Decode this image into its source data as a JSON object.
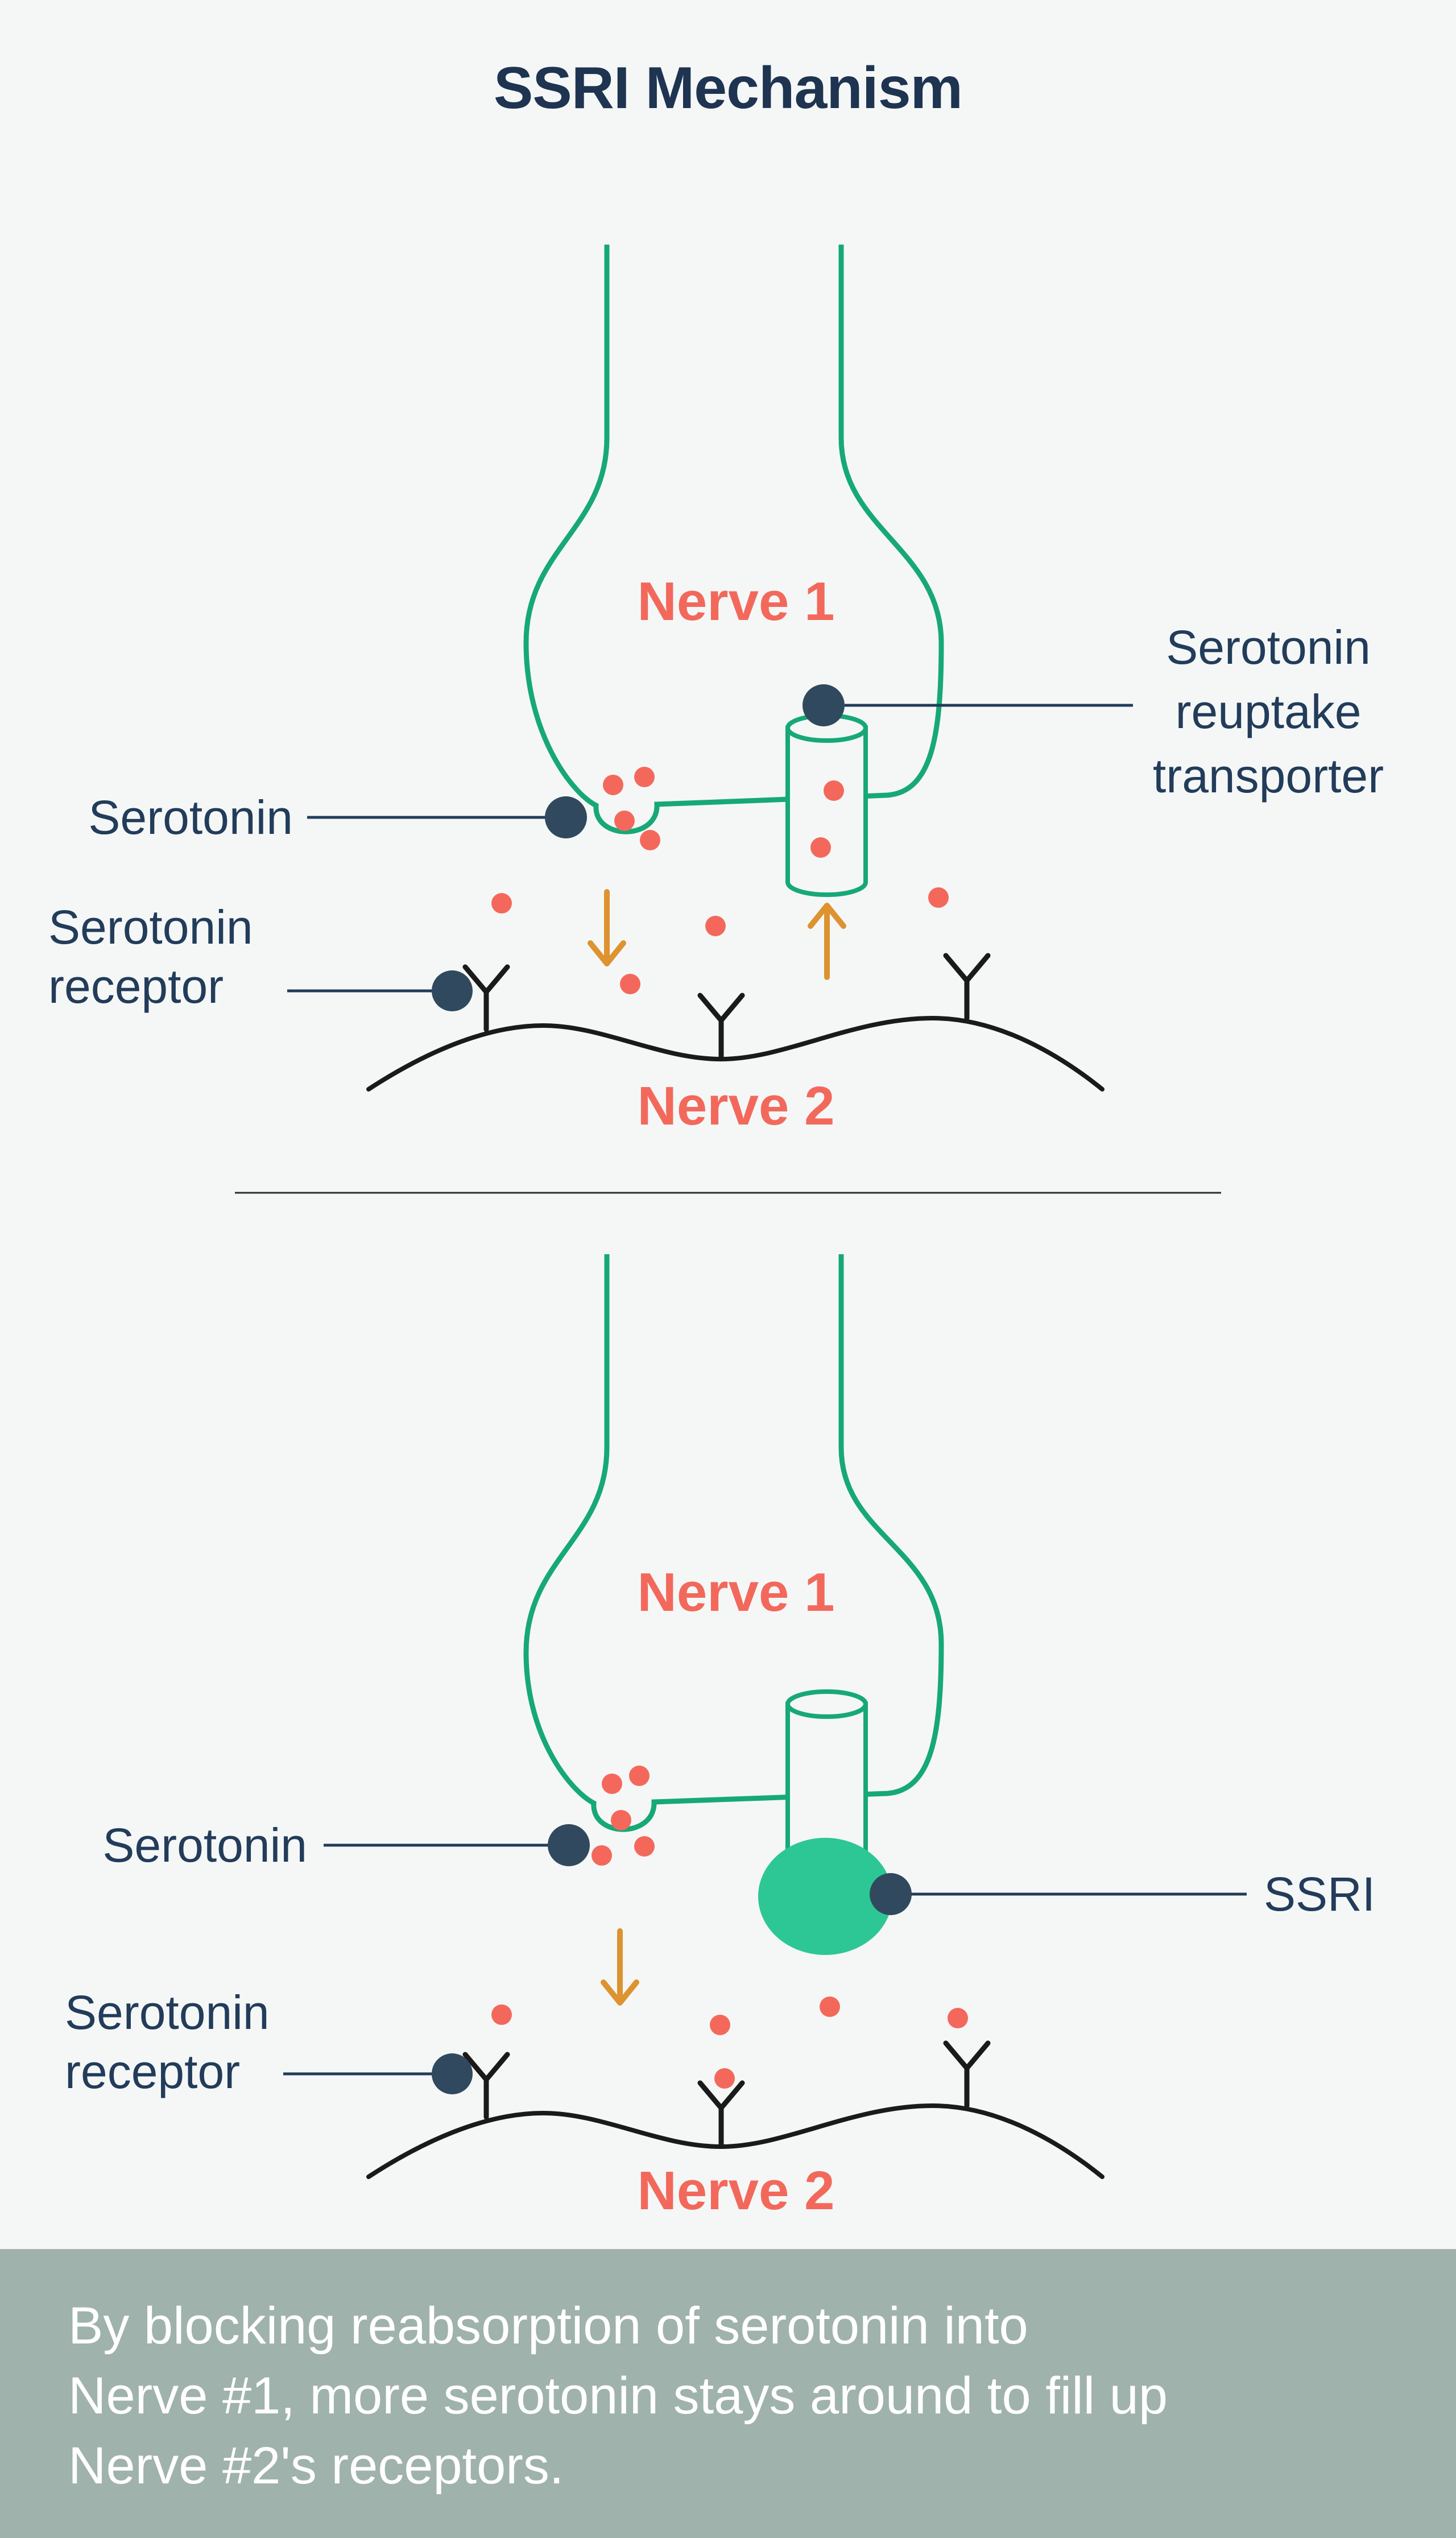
{
  "title": "SSRI Mechanism",
  "colors": {
    "background": "#f5f7f7",
    "nerve_outline_green": "#17a878",
    "ssri_green": "#2cc795",
    "serotonin_red": "#f4685c",
    "nerve_label_red": "#f2695c",
    "label_navy": "#223c5a",
    "marker_dot_navy": "#31495e",
    "arrow_orange": "#dd9330",
    "membrane_black": "#1a1a1a",
    "footer_background": "#9fb2ab",
    "footer_text": "#ffffff"
  },
  "panel1": {
    "nerve1_label": "Nerve 1",
    "nerve2_label": "Nerve 2",
    "serotonin_label": "Serotonin",
    "receptor_label": {
      "line1": "Serotonin",
      "line2": "receptor"
    },
    "transporter_label": {
      "line1": "Serotonin",
      "line2": "reuptake",
      "line3": "transporter"
    }
  },
  "panel2": {
    "nerve1_label": "Nerve 1",
    "nerve2_label": "Nerve 2",
    "serotonin_label": "Serotonin",
    "receptor_label": {
      "line1": "Serotonin",
      "line2": "receptor"
    },
    "ssri_label": "SSRI"
  },
  "footer": {
    "line1": "By blocking reabsorption of serotonin into",
    "line2": "Nerve #1, more serotonin stays around to fill up",
    "line3": "Nerve #2's receptors."
  }
}
